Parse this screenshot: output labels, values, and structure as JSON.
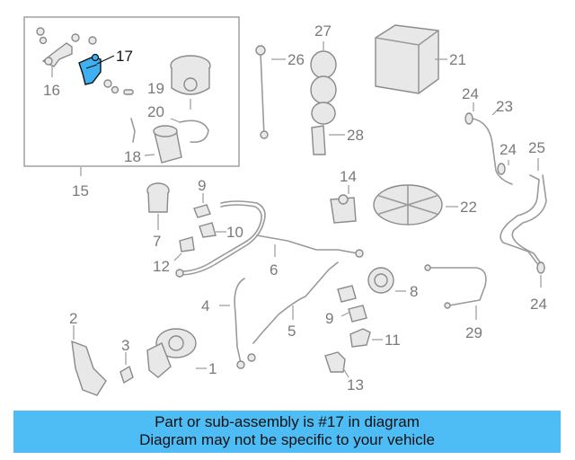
{
  "highlight_color": "#3fb1f0",
  "banner_color": "#4ebdf5",
  "banner": {
    "line1": "Part or sub-assembly is #17 in diagram",
    "line2": "Diagram may not be specific to your vehicle"
  },
  "callouts": {
    "c1": "1",
    "c2": "2",
    "c3": "3",
    "c4": "4",
    "c5": "5",
    "c6": "6",
    "c7": "7",
    "c8": "8",
    "c9a": "9",
    "c9b": "9",
    "c10": "10",
    "c11": "11",
    "c12": "12",
    "c13": "13",
    "c14": "14",
    "c15": "15",
    "c16": "16",
    "c17": "17",
    "c18": "18",
    "c19": "19",
    "c20": "20",
    "c21": "21",
    "c22": "22",
    "c23": "23",
    "c24a": "24",
    "c24b": "24",
    "c24c": "24",
    "c25": "25",
    "c26": "26",
    "c27": "27",
    "c28": "28",
    "c29": "29"
  }
}
